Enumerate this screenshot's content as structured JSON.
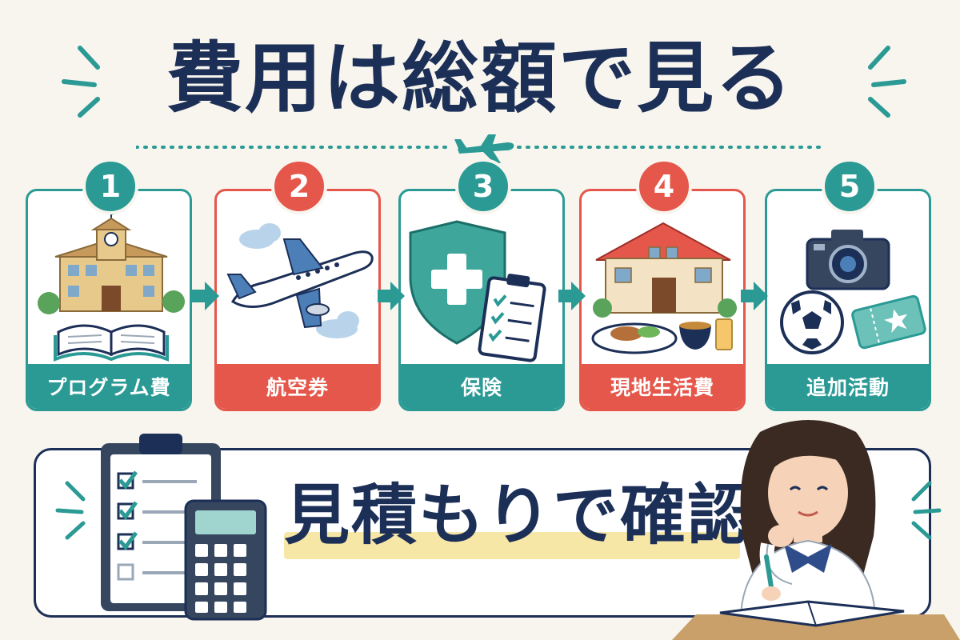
{
  "title": "費用は総額で見る",
  "steps": [
    {
      "number": "1",
      "label": "プログラム費",
      "color": "#2b9a95"
    },
    {
      "number": "2",
      "label": "航空券",
      "color": "#e5574b"
    },
    {
      "number": "3",
      "label": "保険",
      "color": "#2b9a95"
    },
    {
      "number": "4",
      "label": "現地生活費",
      "color": "#e5574b"
    },
    {
      "number": "5",
      "label": "追加活動",
      "color": "#2b9a95"
    }
  ],
  "bottom": {
    "text": "見積もりで確認"
  },
  "colors": {
    "navy": "#1c2f57",
    "teal": "#2b9a95",
    "coral": "#e5574b",
    "highlight": "#f7e7a6",
    "background": "#f8f5ee"
  },
  "icons": [
    "school-building-icon",
    "open-book-icon",
    "airplane-icon",
    "cloud-icon",
    "shield-cross-icon",
    "clipboard-checklist-icon",
    "house-icon",
    "meal-icon",
    "camera-icon",
    "soccer-ball-icon",
    "ticket-icon",
    "calculator-icon",
    "student-girl-icon"
  ]
}
